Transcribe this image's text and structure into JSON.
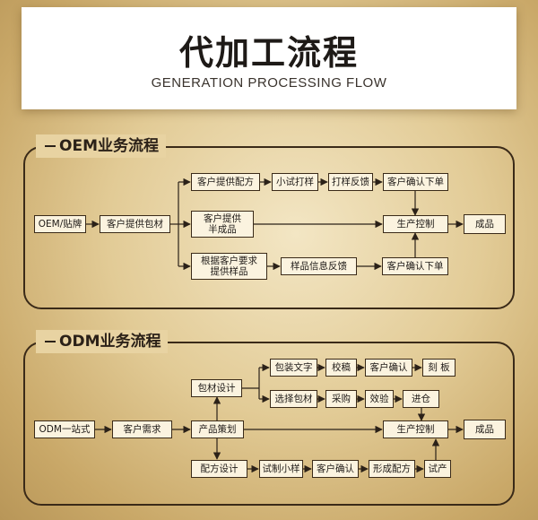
{
  "header": {
    "title": "代加工流程",
    "subtitle": "GENERATION PROCESSING FLOW"
  },
  "oem": {
    "title": "OEM业务流程",
    "nodes": {
      "start": "OEM/贴牌",
      "provide_package": "客户提供包材",
      "provide_formula": "客户提供配方",
      "trial_sample": "小试打样",
      "sample_feedback": "打样反馈",
      "confirm_order_1": "客户确认下单",
      "semi_finished": "客户提供\n半成品",
      "custom_sample": "根据客户要求\n提供样品",
      "sample_info_feedback": "样品信息反馈",
      "confirm_order_2": "客户确认下单",
      "production": "生产控制",
      "finished": "成品"
    }
  },
  "odm": {
    "title": "ODM业务流程",
    "nodes": {
      "start": "ODM一站式",
      "customer_needs": "客户需求",
      "product_planning": "产品策划",
      "package_design": "包材设计",
      "package_text": "包装文字",
      "proofread": "校稿",
      "customer_confirm_1": "客户确认",
      "engrave": "刻 板",
      "select_package": "选择包材",
      "purchase": "采购",
      "inspection": "效验",
      "warehouse": "进仓",
      "formula_design": "配方设计",
      "trial_small": "试制小样",
      "customer_confirm_2": "客户确认",
      "form_formula": "形成配方",
      "trial_production": "试产",
      "production": "生产控制",
      "finished": "成品"
    }
  }
}
